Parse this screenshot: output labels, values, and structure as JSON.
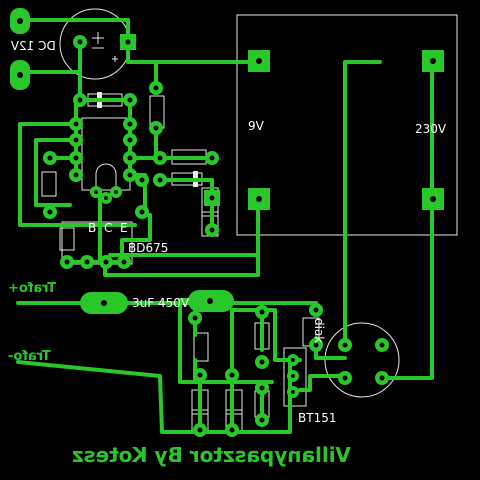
{
  "labels": {
    "dc": "DC 12V",
    "transformer_low": "9V",
    "transformer_high": "230V",
    "transistor": "BD675",
    "pins": [
      "B",
      "C",
      "E"
    ],
    "trafo_plus": "Trafo+",
    "trafo_minus": "Trafo-",
    "capacitor": "3uF 450V",
    "diac": "diak",
    "thyristor": "BT151",
    "title": "Villanypasztor By Kotesz"
  },
  "colors": {
    "trace": "#29c729",
    "background": "#000000",
    "silkscreen": "#e8e8e8"
  }
}
